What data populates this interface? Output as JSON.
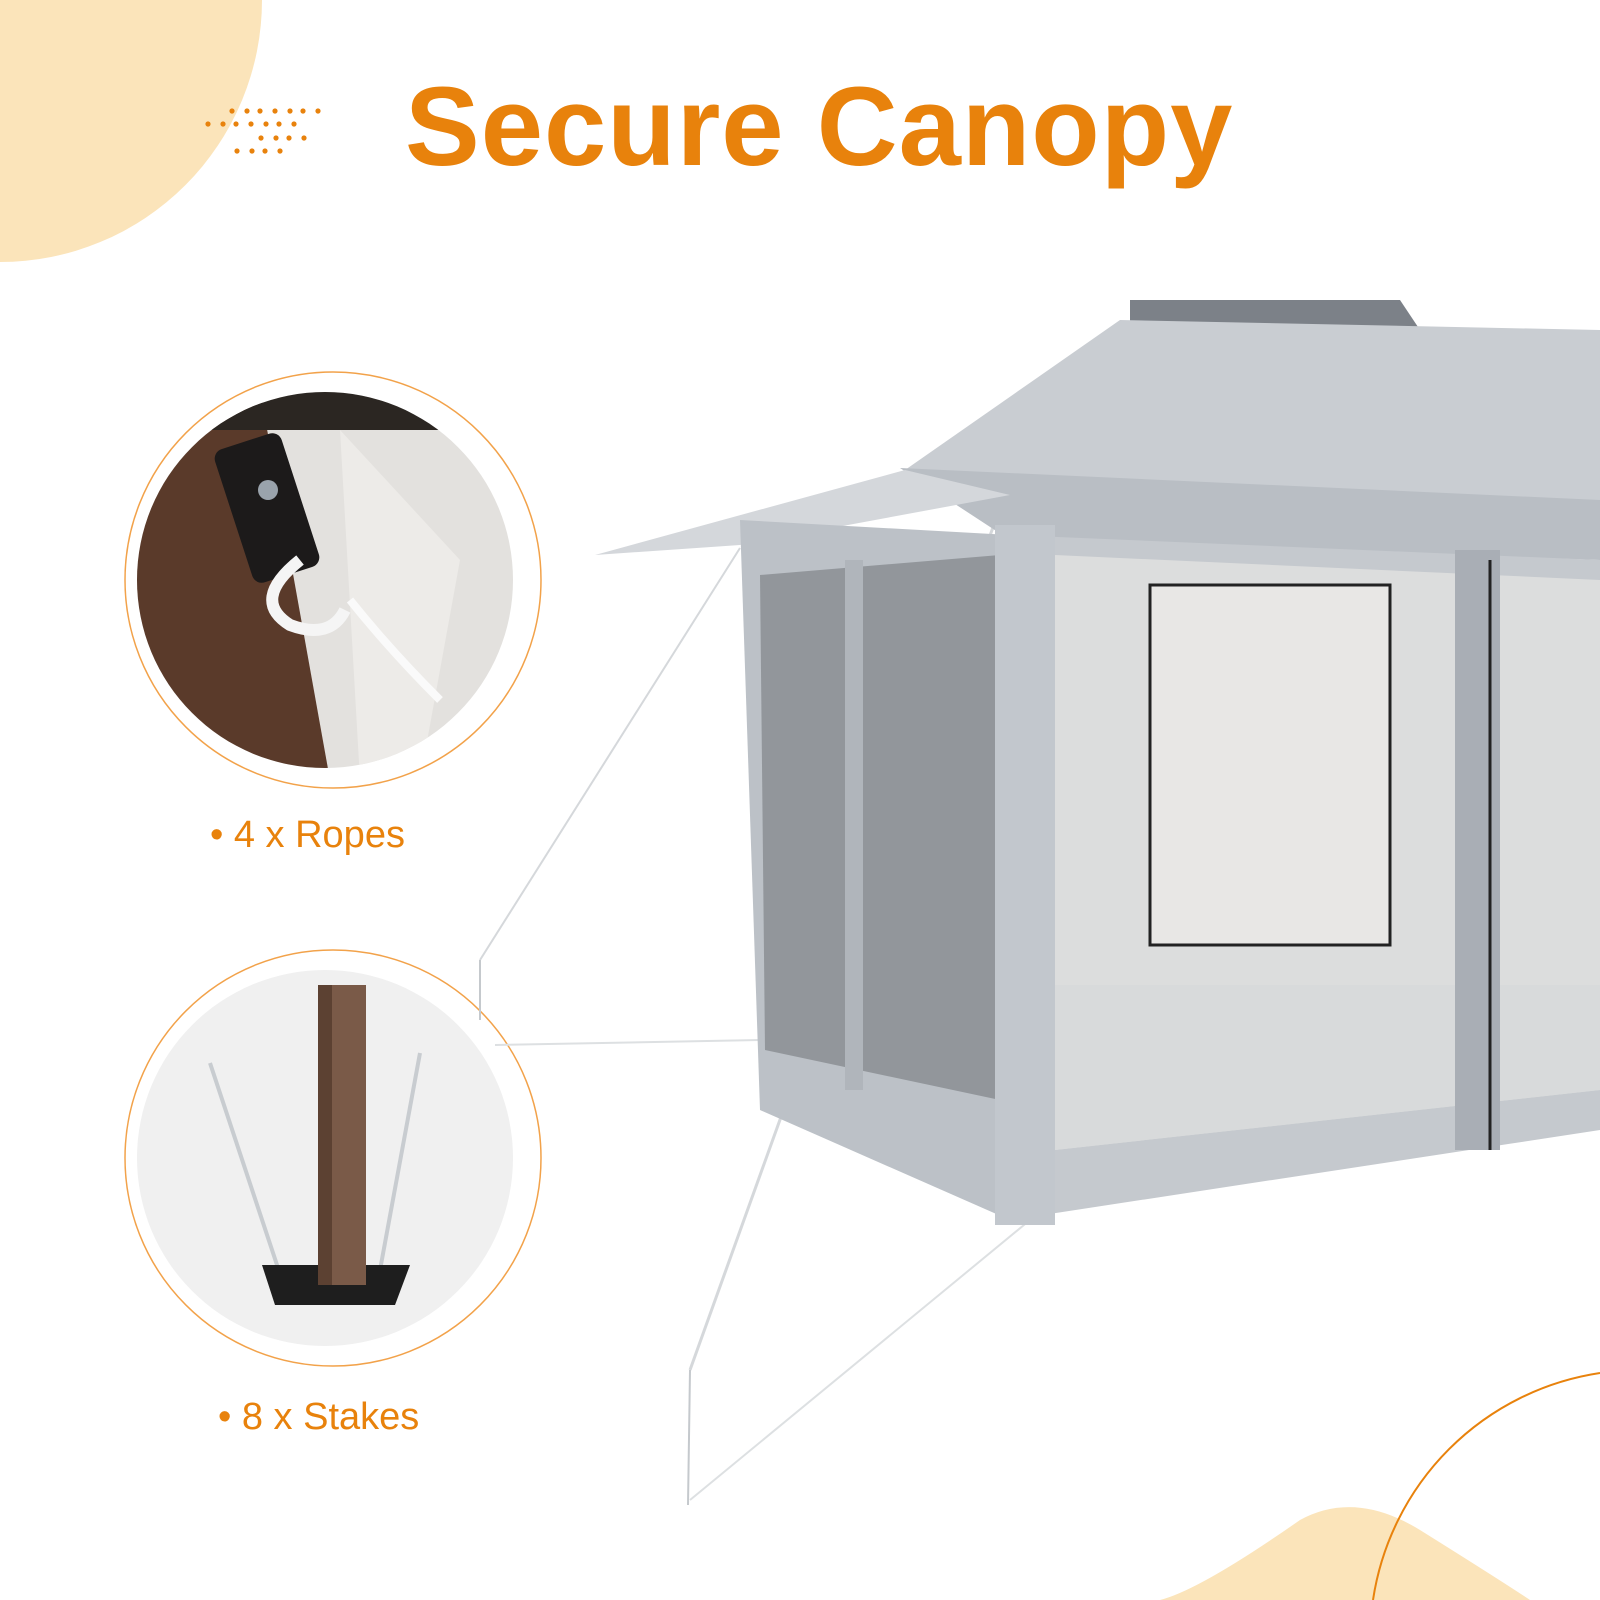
{
  "title": "Secure Canopy",
  "features": [
    {
      "label": "• 4 x Ropes",
      "icon": "rope-hook-photo"
    },
    {
      "label": "• 8 x Stakes",
      "icon": "stake-pole-photo"
    }
  ],
  "colors": {
    "accent": "#E8820C",
    "blob": "#FBE4BA",
    "canopy": "#C9CDD2",
    "mesh": "#8E9296"
  }
}
